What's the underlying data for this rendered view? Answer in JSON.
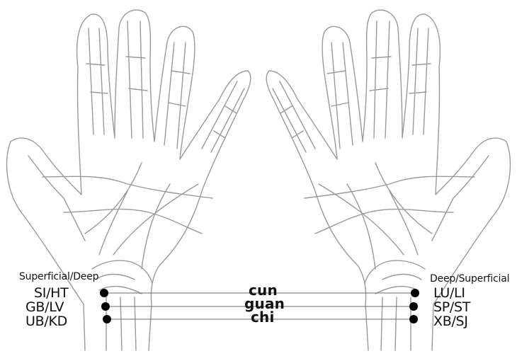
{
  "diagram": {
    "left_header": "Superficial/Deep",
    "right_header": "Deep/Superficial",
    "positions": [
      "cun",
      "guan",
      "chi"
    ],
    "left_pairs": [
      "SI/HT",
      "GB/LV",
      "UB/KD"
    ],
    "right_pairs": [
      "LU/LI",
      "SP/ST",
      "XB/SJ"
    ],
    "colors": {
      "ink": "#111111",
      "sketch": "#9a9a9a",
      "line": "#6a6a6a",
      "dot": "#000000"
    }
  }
}
